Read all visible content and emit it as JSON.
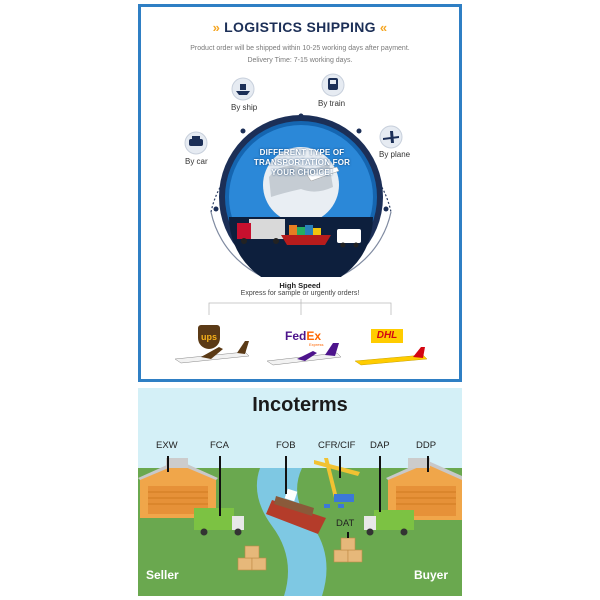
{
  "logistics": {
    "title": "LOGISTICS SHIPPING",
    "subtitle_line1": "Product order will be shipped within 10-25 working days after payment.",
    "subtitle_line2": "Delivery Time: 7-15 working days.",
    "transport": {
      "ship": "By ship",
      "train": "By train",
      "car": "By car",
      "plane": "By plane"
    },
    "hub_line1": "DIFFERENT TYPE OF",
    "hub_line2": "TRANSPORTATION FOR",
    "hub_line3": "YOUR CHOICE!",
    "high_speed_title": "High Speed",
    "high_speed_sub": "Express for sample or urgently orders!",
    "carriers": {
      "ups": "ups",
      "fedex_fed": "Fed",
      "fedex_ex": "Ex",
      "fedex_sub": "Express",
      "dhl": "DHL"
    }
  },
  "incoterms": {
    "title": "Incoterms",
    "terms": {
      "exw": "EXW",
      "fca": "FCA",
      "fob": "FOB",
      "cfr_cif": "CFR/CIF",
      "dap": "DAP",
      "ddp": "DDP",
      "dat": "DAT"
    },
    "seller": "Seller",
    "buyer": "Buyer"
  },
  "colors": {
    "panel_border": "#2f7fc4",
    "title_navy": "#1c2f57",
    "chevron": "#f5a623",
    "hub_blue": "#1565b0",
    "grass": "#6aa84f",
    "river": "#7ec8e3"
  }
}
